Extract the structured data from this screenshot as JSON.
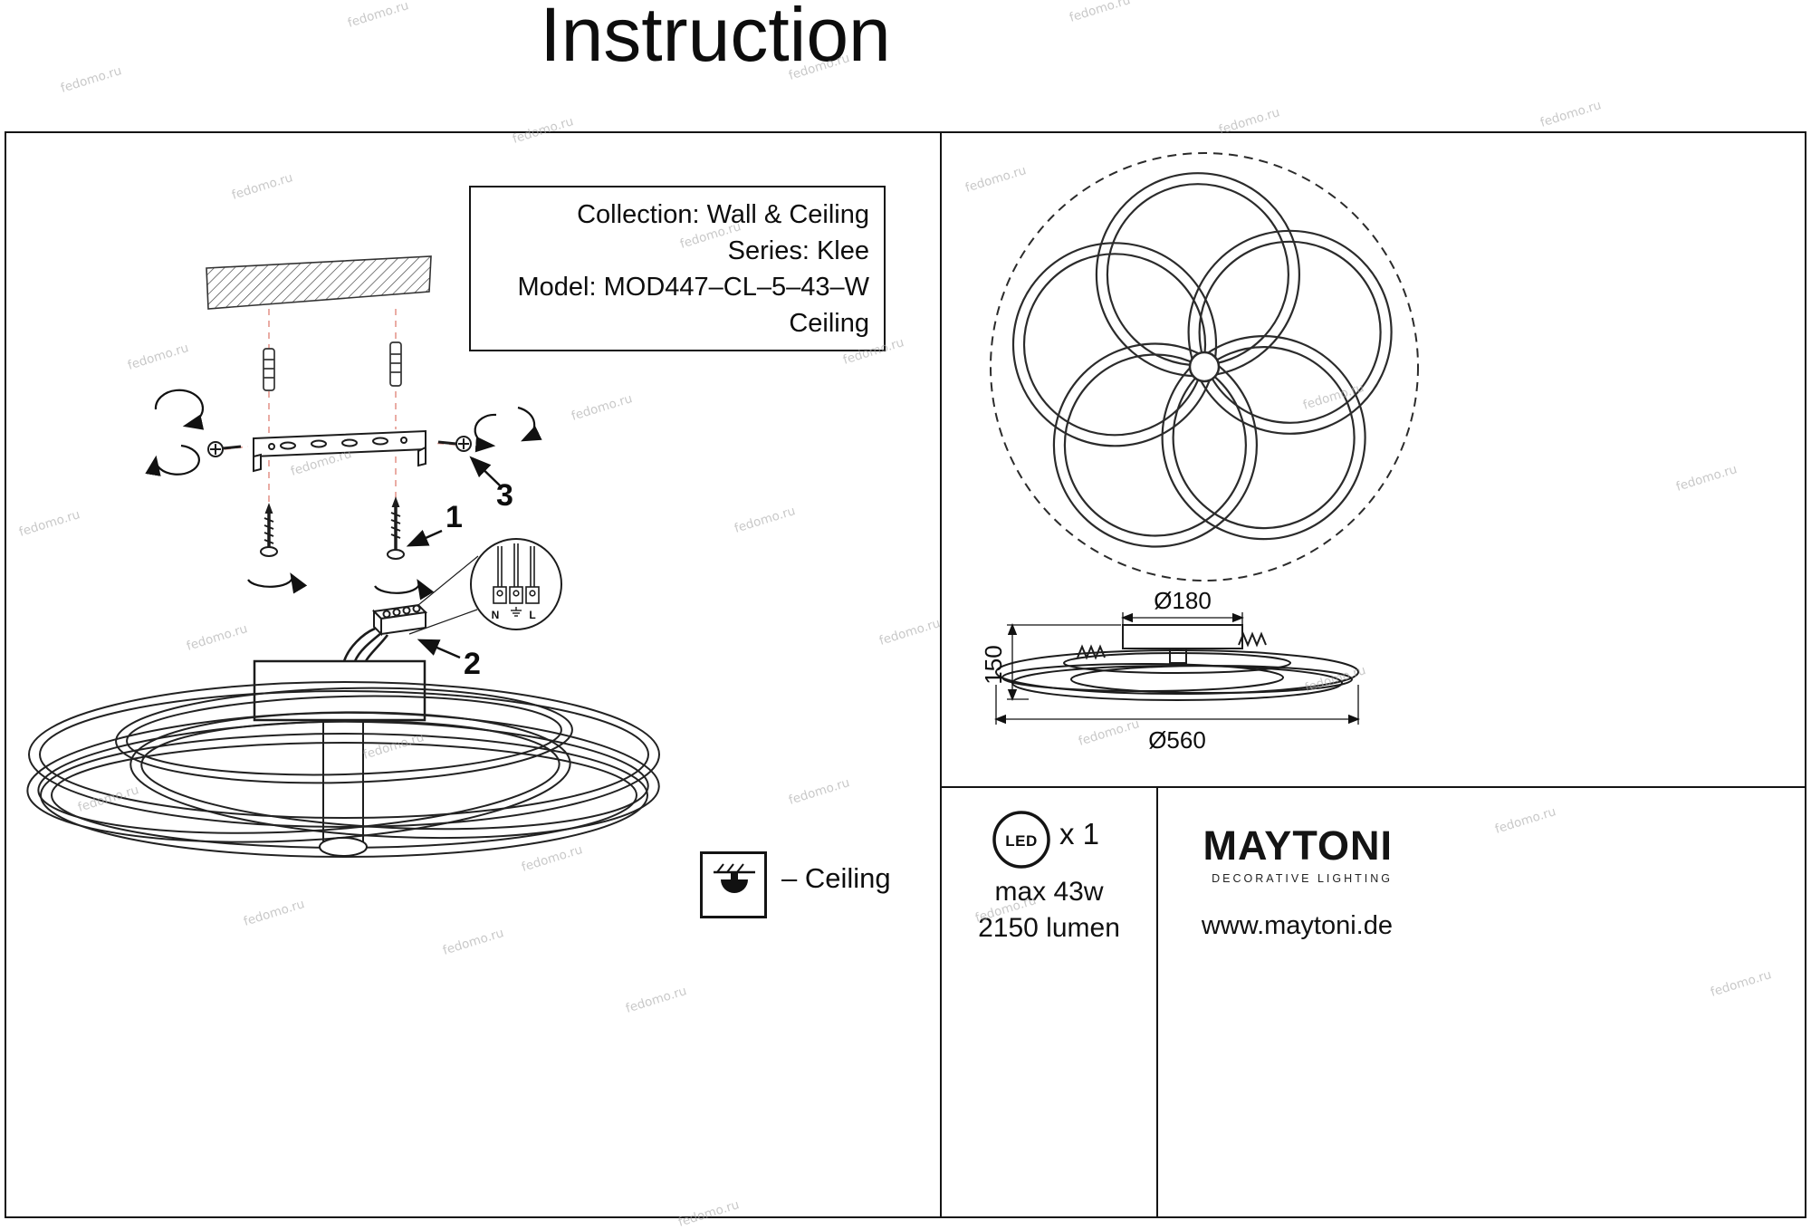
{
  "title": "Instruction",
  "watermark": "fedomo.ru",
  "info_box": {
    "collection": "Collection: Wall & Ceiling",
    "series": "Series: Klee",
    "model": "Model: MOD447–CL–5–43–W",
    "type": "Ceiling"
  },
  "assembly": {
    "label_1": "1",
    "label_2": "2",
    "label_3": "3",
    "wire_n": "N",
    "wire_l": "L"
  },
  "mount": {
    "label": "– Ceiling"
  },
  "dimensions": {
    "canopy_diameter": "Ø180",
    "height": "150",
    "diameter": "Ø560"
  },
  "specs": {
    "led_label": "LED",
    "led_count": "x 1",
    "max_power": "max 43w",
    "luminous_flux": "2150 lumen"
  },
  "brand": {
    "name": "MAYTONI",
    "tagline": "DECORATIVE LIGHTING",
    "website": "www.maytoni.de"
  }
}
